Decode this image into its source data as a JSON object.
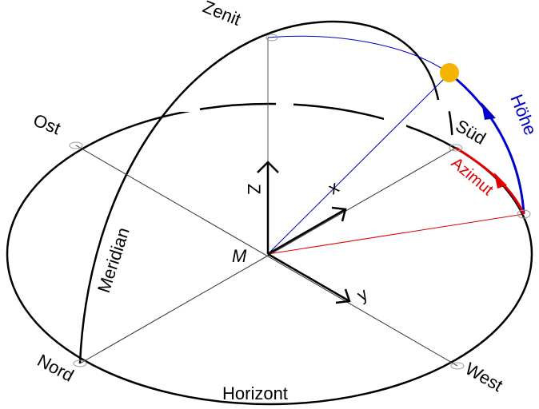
{
  "labels": {
    "zenit": "Zenit",
    "ost": "Ost",
    "sued": "Süd",
    "nord": "Nord",
    "west": "West",
    "horizont": "Horizont",
    "meridian": "Meridian",
    "center": "M",
    "hoehe": "Höhe",
    "azimut": "Azimut",
    "axis_x": "x",
    "axis_y": "y",
    "axis_z": "Z"
  },
  "colors": {
    "sun": "#f5b400",
    "altitude": "#0000cc",
    "azimuth": "#e00000",
    "line": "#000000",
    "guide": "#555555"
  }
}
